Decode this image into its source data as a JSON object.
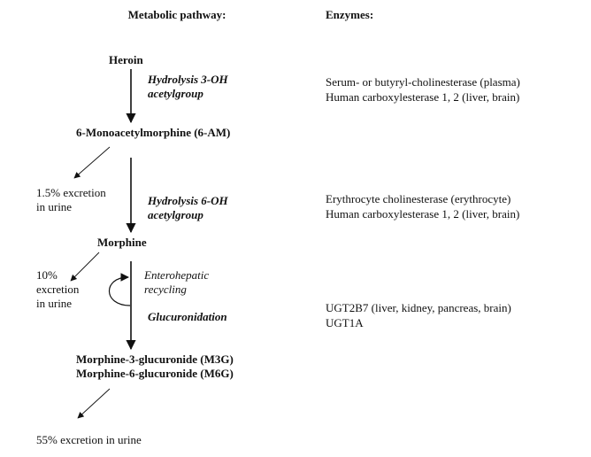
{
  "headers": {
    "pathway": "Metabolic pathway:",
    "enzymes": "Enzymes:"
  },
  "compounds": {
    "heroin": "Heroin",
    "six_am": "6-Monoacetylmorphine (6-AM)",
    "morphine": "Morphine",
    "m3g": "Morphine-3-glucuronide (M3G)",
    "m6g": "Morphine-6-glucuronide (M6G)"
  },
  "reactions": {
    "hydrolysis_3oh_line1": "Hydrolysis 3-OH",
    "hydrolysis_3oh_line2": "acetylgroup",
    "hydrolysis_6oh_line1": "Hydrolysis 6-OH",
    "hydrolysis_6oh_line2": "acetylgroup",
    "enterohepatic_line1": "Enterohepatic",
    "enterohepatic_line2": "recycling",
    "glucuronidation": "Glucuronidation"
  },
  "excretions": {
    "e1_line1": "1.5% excretion",
    "e1_line2": "in urine",
    "e2_line1": "10%",
    "e2_line2": "excretion",
    "e2_line3": "in urine",
    "e3": "55% excretion in urine"
  },
  "enzymes": {
    "step1_line1": "Serum- or butyryl-cholinesterase (plasma)",
    "step1_line2": "Human carboxylesterase 1, 2 (liver, brain)",
    "step2_line1": "Erythrocyte cholinesterase (erythrocyte)",
    "step2_line2": "Human carboxylesterase 1, 2 (liver, brain)",
    "step3_line1": "UGT2B7 (liver, kidney, pancreas, brain)",
    "step3_line2": "UGT1A"
  }
}
